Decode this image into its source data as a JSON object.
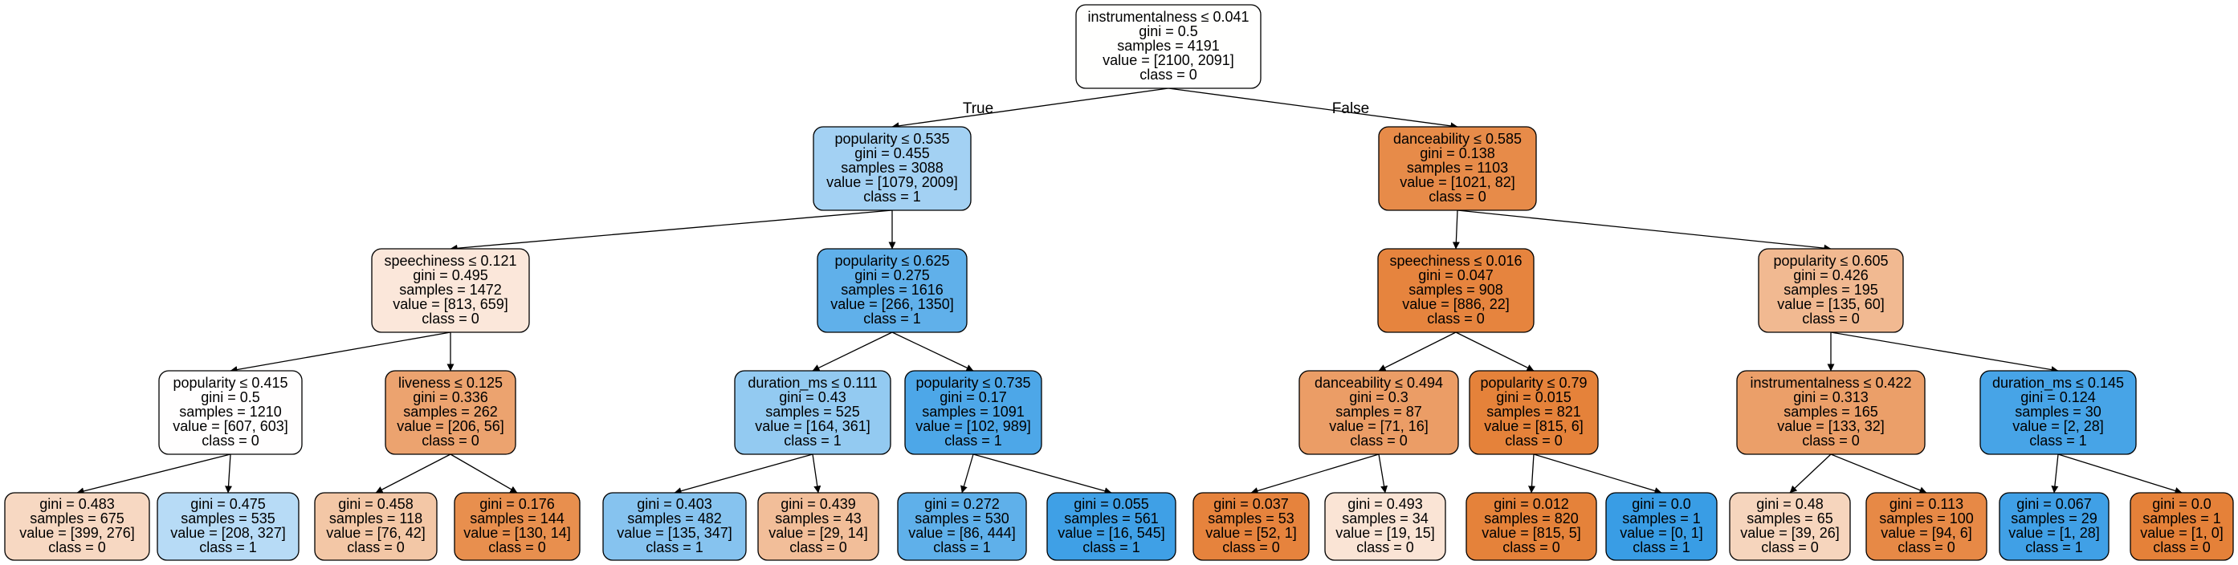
{
  "nodes": [
    {
      "id": "n0",
      "lines": [
        "instrumentalness ≤ 0.041",
        "gini = 0.5",
        "samples = 4191",
        "value = [2100, 2091]",
        "class = 0"
      ],
      "fill": "#fffffe"
    },
    {
      "id": "n1",
      "lines": [
        "popularity ≤ 0.535",
        "gini = 0.455",
        "samples = 3088",
        "value = [1079, 2009]",
        "class = 1"
      ],
      "fill": "#a3d1f3"
    },
    {
      "id": "n2",
      "lines": [
        "danceability ≤ 0.585",
        "gini = 0.138",
        "samples = 1103",
        "value = [1021, 82]",
        "class = 0"
      ],
      "fill": "#e78b49"
    },
    {
      "id": "n3",
      "lines": [
        "speechiness ≤ 0.121",
        "gini = 0.495",
        "samples = 1472",
        "value = [813, 659]",
        "class = 0"
      ],
      "fill": "#fbe7da"
    },
    {
      "id": "n4",
      "lines": [
        "popularity ≤ 0.625",
        "gini = 0.275",
        "samples = 1616",
        "value = [266, 1350]",
        "class = 1"
      ],
      "fill": "#60b0ea"
    },
    {
      "id": "n5",
      "lines": [
        "speechiness ≤ 0.016",
        "gini = 0.047",
        "samples = 908",
        "value = [886, 22]",
        "class = 0"
      ],
      "fill": "#e6843e"
    },
    {
      "id": "n6",
      "lines": [
        "popularity ≤ 0.605",
        "gini = 0.426",
        "samples = 195",
        "value = [135, 60]",
        "class = 0"
      ],
      "fill": "#f1b991"
    },
    {
      "id": "n7",
      "lines": [
        "popularity ≤ 0.415",
        "gini = 0.5",
        "samples = 1210",
        "value = [607, 603]",
        "class = 0"
      ],
      "fill": "#fffefe"
    },
    {
      "id": "n8",
      "lines": [
        "liveness ≤ 0.125",
        "gini = 0.336",
        "samples = 262",
        "value = [206, 56]",
        "class = 0"
      ],
      "fill": "#eca36f"
    },
    {
      "id": "n9",
      "lines": [
        "duration_ms ≤ 0.111",
        "gini = 0.43",
        "samples = 525",
        "value = [164, 361]",
        "class = 1"
      ],
      "fill": "#93caf1"
    },
    {
      "id": "n10",
      "lines": [
        "popularity ≤ 0.735",
        "gini = 0.17",
        "samples = 1091",
        "value = [102, 989]",
        "class = 1"
      ],
      "fill": "#4da7e8"
    },
    {
      "id": "n11",
      "lines": [
        "danceability ≤ 0.494",
        "gini = 0.3",
        "samples = 87",
        "value = [71, 16]",
        "class = 0"
      ],
      "fill": "#eb9d66"
    },
    {
      "id": "n12",
      "lines": [
        "popularity ≤ 0.79",
        "gini = 0.015",
        "samples = 821",
        "value = [815, 6]",
        "class = 0"
      ],
      "fill": "#e5823a"
    },
    {
      "id": "n13",
      "lines": [
        "instrumentalness ≤ 0.422",
        "gini = 0.313",
        "samples = 165",
        "value = [133, 32]",
        "class = 0"
      ],
      "fill": "#eb9f69"
    },
    {
      "id": "n14",
      "lines": [
        "duration_ms ≤ 0.145",
        "gini = 0.124",
        "samples = 30",
        "value = [2, 28]",
        "class = 1"
      ],
      "fill": "#47a4e7"
    },
    {
      "id": "n15",
      "lines": [
        "gini = 0.483",
        "samples = 675",
        "value = [399, 276]",
        "class = 0"
      ],
      "fill": "#f7d8c2"
    },
    {
      "id": "n16",
      "lines": [
        "gini = 0.475",
        "samples = 535",
        "value = [208, 327]",
        "class = 1"
      ],
      "fill": "#b7dbf6"
    },
    {
      "id": "n17",
      "lines": [
        "gini = 0.458",
        "samples = 118",
        "value = [76, 42]",
        "class = 0"
      ],
      "fill": "#f3c7a6"
    },
    {
      "id": "n18",
      "lines": [
        "gini = 0.176",
        "samples = 144",
        "value = [130, 14]",
        "class = 0"
      ],
      "fill": "#e88f4e"
    },
    {
      "id": "n19",
      "lines": [
        "gini = 0.403",
        "samples = 482",
        "value = [135, 347]",
        "class = 1"
      ],
      "fill": "#86c3ef"
    },
    {
      "id": "n20",
      "lines": [
        "gini = 0.439",
        "samples = 43",
        "value = [29, 14]",
        "class = 0"
      ],
      "fill": "#f2be99"
    },
    {
      "id": "n21",
      "lines": [
        "gini = 0.272",
        "samples = 530",
        "value = [86, 444]",
        "class = 1"
      ],
      "fill": "#5fb0ea"
    },
    {
      "id": "n22",
      "lines": [
        "gini = 0.055",
        "samples = 561",
        "value = [16, 545]",
        "class = 1"
      ],
      "fill": "#3fa0e6"
    },
    {
      "id": "n23",
      "lines": [
        "gini = 0.037",
        "samples = 53",
        "value = [52, 1]",
        "class = 0"
      ],
      "fill": "#e6833d"
    },
    {
      "id": "n24",
      "lines": [
        "gini = 0.493",
        "samples = 34",
        "value = [19, 15]",
        "class = 0"
      ],
      "fill": "#fae4d5"
    },
    {
      "id": "n25",
      "lines": [
        "gini = 0.012",
        "samples = 820",
        "value = [815, 5]",
        "class = 0"
      ],
      "fill": "#e5823a"
    },
    {
      "id": "n26",
      "lines": [
        "gini = 0.0",
        "samples = 1",
        "value = [0, 1]",
        "class = 1"
      ],
      "fill": "#399de5"
    },
    {
      "id": "n27",
      "lines": [
        "gini = 0.48",
        "samples = 65",
        "value = [39, 26]",
        "class = 0"
      ],
      "fill": "#f6d5bd"
    },
    {
      "id": "n28",
      "lines": [
        "gini = 0.113",
        "samples = 100",
        "value = [94, 6]",
        "class = 0"
      ],
      "fill": "#e78946"
    },
    {
      "id": "n29",
      "lines": [
        "gini = 0.067",
        "samples = 29",
        "value = [1, 28]",
        "class = 1"
      ],
      "fill": "#40a0e6"
    },
    {
      "id": "n30",
      "lines": [
        "gini = 0.0",
        "samples = 1",
        "value = [1, 0]",
        "class = 0"
      ],
      "fill": "#e58139"
    }
  ],
  "edges": [
    {
      "from": "n0",
      "to": "n1",
      "label": "True"
    },
    {
      "from": "n0",
      "to": "n2",
      "label": "False"
    },
    {
      "from": "n1",
      "to": "n3"
    },
    {
      "from": "n1",
      "to": "n4"
    },
    {
      "from": "n2",
      "to": "n5"
    },
    {
      "from": "n2",
      "to": "n6"
    },
    {
      "from": "n3",
      "to": "n7"
    },
    {
      "from": "n3",
      "to": "n8"
    },
    {
      "from": "n4",
      "to": "n9"
    },
    {
      "from": "n4",
      "to": "n10"
    },
    {
      "from": "n5",
      "to": "n11"
    },
    {
      "from": "n5",
      "to": "n12"
    },
    {
      "from": "n6",
      "to": "n13"
    },
    {
      "from": "n6",
      "to": "n14"
    },
    {
      "from": "n7",
      "to": "n15"
    },
    {
      "from": "n7",
      "to": "n16"
    },
    {
      "from": "n8",
      "to": "n17"
    },
    {
      "from": "n8",
      "to": "n18"
    },
    {
      "from": "n9",
      "to": "n19"
    },
    {
      "from": "n9",
      "to": "n20"
    },
    {
      "from": "n10",
      "to": "n21"
    },
    {
      "from": "n10",
      "to": "n22"
    },
    {
      "from": "n11",
      "to": "n23"
    },
    {
      "from": "n11",
      "to": "n24"
    },
    {
      "from": "n12",
      "to": "n25"
    },
    {
      "from": "n12",
      "to": "n26"
    },
    {
      "from": "n13",
      "to": "n27"
    },
    {
      "from": "n13",
      "to": "n28"
    },
    {
      "from": "n14",
      "to": "n29"
    },
    {
      "from": "n14",
      "to": "n30"
    }
  ]
}
